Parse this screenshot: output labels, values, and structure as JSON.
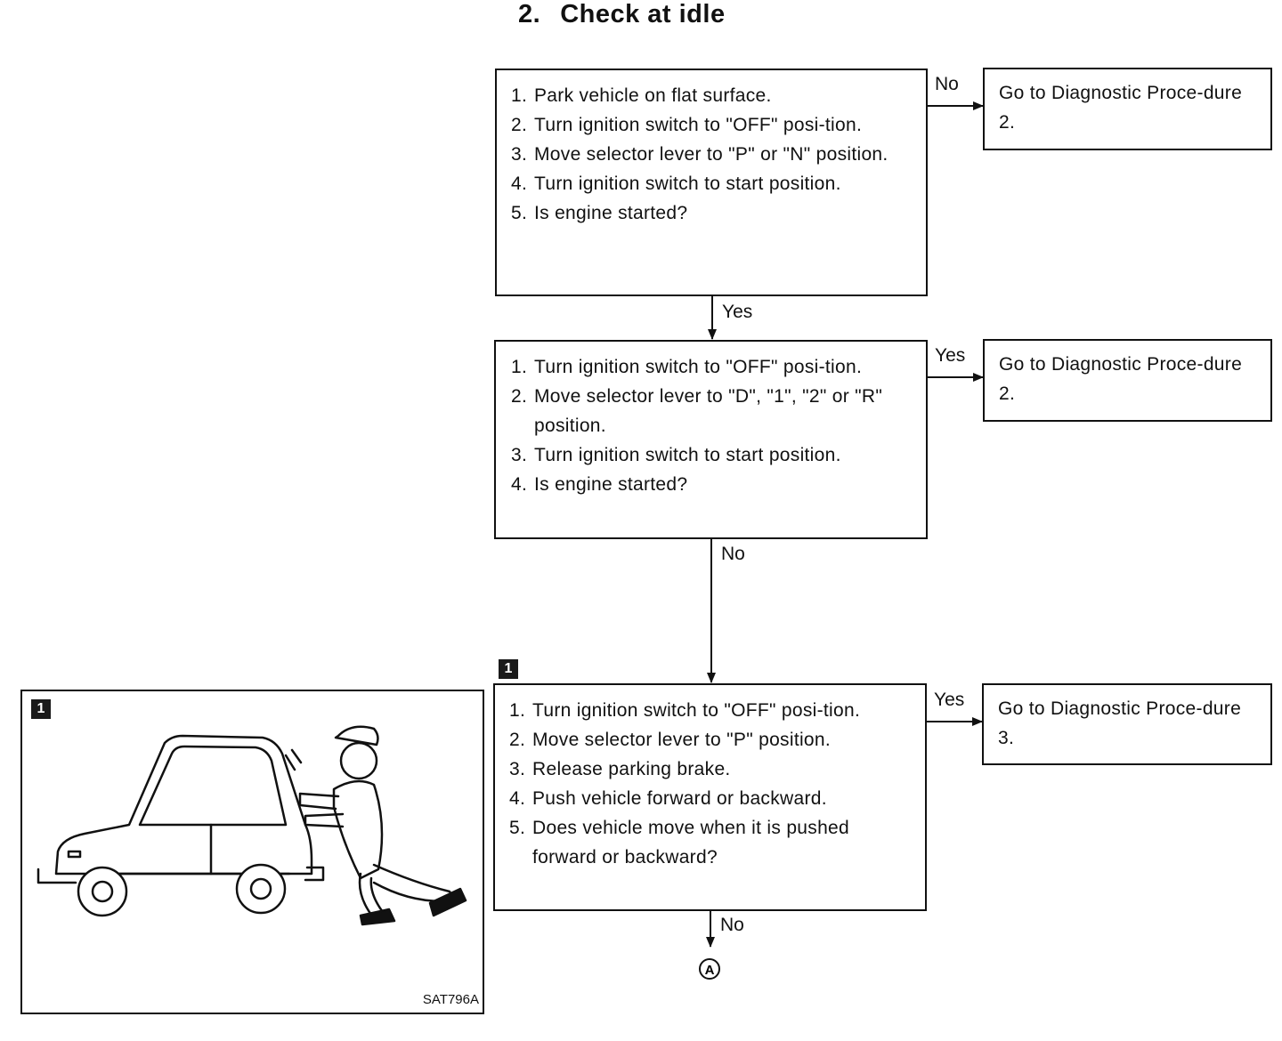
{
  "title": {
    "number": "2.",
    "text": "Check at idle"
  },
  "box1": {
    "steps": [
      {
        "n": "1.",
        "t": "Park vehicle on flat surface."
      },
      {
        "n": "2.",
        "t": "Turn ignition switch to \"OFF\" posi-tion."
      },
      {
        "n": "3.",
        "t": "Move selector lever to \"P\" or \"N\" position."
      },
      {
        "n": "4.",
        "t": "Turn ignition switch to start position."
      },
      {
        "n": "5.",
        "t": "Is engine started?"
      }
    ]
  },
  "box2": {
    "steps": [
      {
        "n": "1.",
        "t": "Turn ignition switch to \"OFF\" posi-tion."
      },
      {
        "n": "2.",
        "t": "Move selector lever to \"D\", \"1\", \"2\" or \"R\" position."
      },
      {
        "n": "3.",
        "t": "Turn ignition switch to start position."
      },
      {
        "n": "4.",
        "t": "Is engine started?"
      }
    ]
  },
  "box3": {
    "badge": "1",
    "steps": [
      {
        "n": "1.",
        "t": "Turn ignition switch to \"OFF\" posi-tion."
      },
      {
        "n": "2.",
        "t": "Move selector lever to \"P\" position."
      },
      {
        "n": "3.",
        "t": "Release parking brake."
      },
      {
        "n": "4.",
        "t": "Push vehicle forward or backward."
      },
      {
        "n": "5.",
        "t": "Does vehicle move when it is pushed forward or backward?"
      }
    ]
  },
  "results": {
    "r1": "Go to Diagnostic Proce-dure 2.",
    "r2": "Go to Diagnostic Proce-dure 2.",
    "r3": "Go to Diagnostic Proce-dure 3."
  },
  "labels": {
    "no1": "No",
    "yes1": "Yes",
    "yes2": "Yes",
    "no2": "No",
    "yes3": "Yes",
    "no3": "No"
  },
  "connector": "A",
  "illustration": {
    "badge": "1",
    "caption": "SAT796A"
  }
}
